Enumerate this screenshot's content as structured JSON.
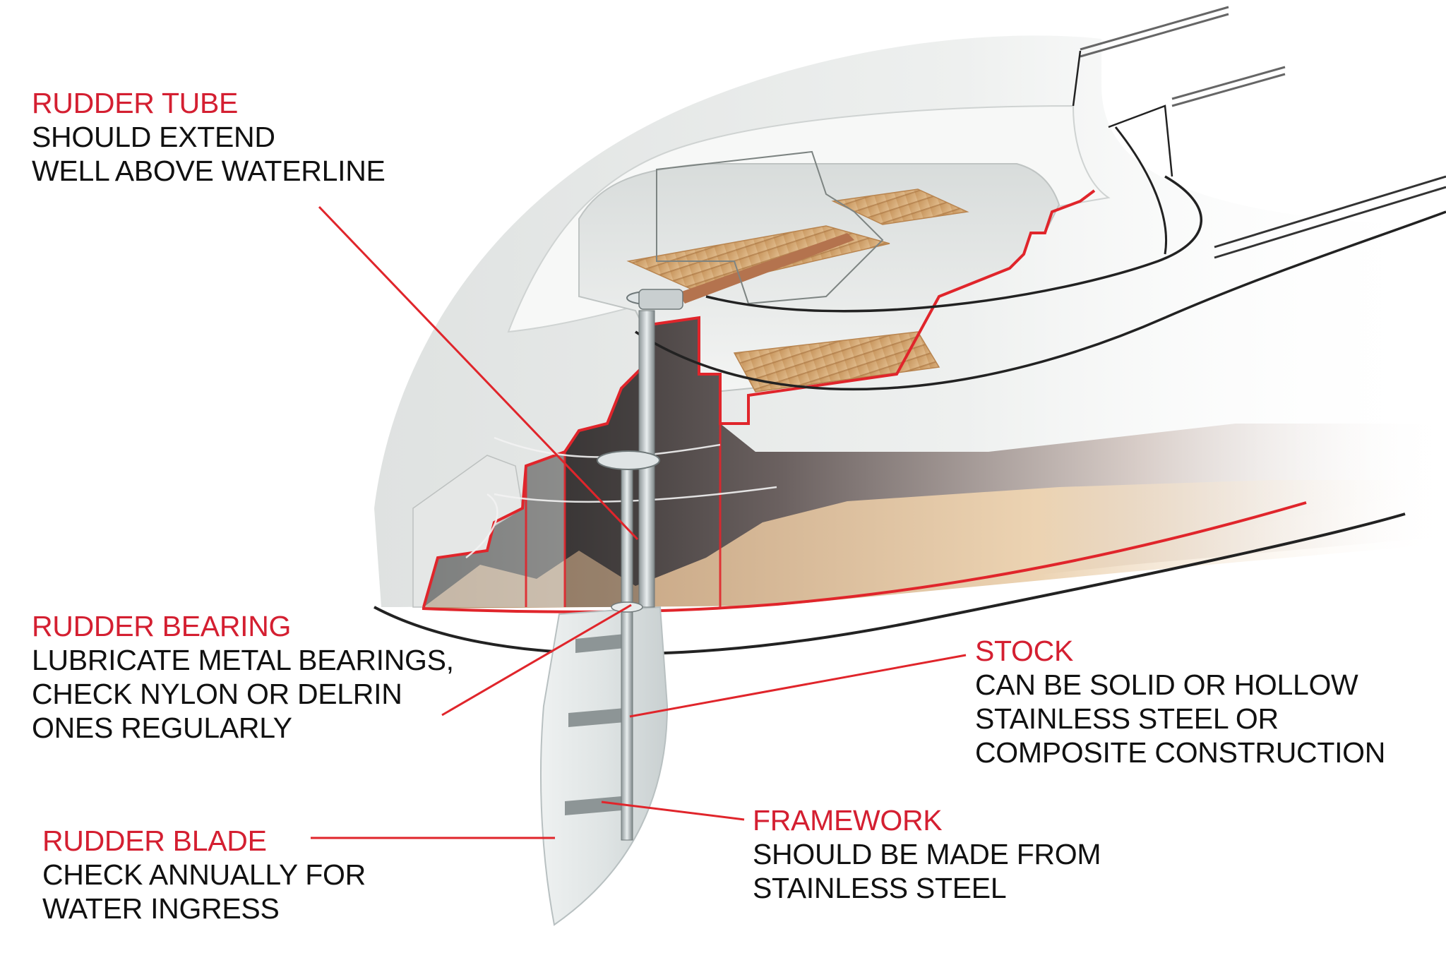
{
  "colors": {
    "accent": "#d41f31",
    "text": "#111111",
    "hull": "#e7e9e8",
    "teak": "#c89a63"
  },
  "labels": [
    {
      "id": "rudder-tube",
      "title": "RUDDER TUBE",
      "lines": [
        "SHOULD EXTEND",
        "WELL ABOVE WATERLINE"
      ]
    },
    {
      "id": "rudder-bearing",
      "title": "RUDDER BEARING",
      "lines": [
        "LUBRICATE METAL BEARINGS,",
        "CHECK NYLON OR DELRIN",
        "ONES REGULARLY"
      ]
    },
    {
      "id": "stock",
      "title": "STOCK",
      "lines": [
        "CAN BE SOLID OR HOLLOW",
        "STAINLESS STEEL OR",
        "COMPOSITE CONSTRUCTION"
      ]
    },
    {
      "id": "framework",
      "title": "FRAMEWORK",
      "lines": [
        "SHOULD BE MADE FROM",
        "STAINLESS STEEL"
      ]
    },
    {
      "id": "rudder-blade",
      "title": "RUDDER BLADE",
      "lines": [
        "CHECK ANNUALLY FOR",
        "WATER INGRESS"
      ]
    }
  ]
}
